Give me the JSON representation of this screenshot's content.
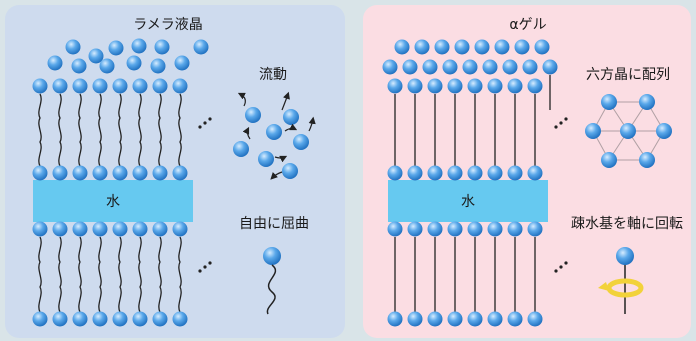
{
  "panels": {
    "lamellar": {
      "title": "ラメラ液晶",
      "water": "水",
      "labels": {
        "flow": "流動",
        "bend": "自由に屈曲"
      }
    },
    "agel": {
      "title": "αゲル",
      "water": "水",
      "labels": {
        "hex": "六方晶に配列",
        "rotate": "疎水基を軸に回転"
      }
    }
  },
  "colors": {
    "lamellar_bg": "#cedbee",
    "agel_bg": "#fbdde3",
    "water": "#66c9f0",
    "head": "#3a8fd9",
    "rotation_arrow": "#f2d23a"
  },
  "icons": [
    "ellipsis-icon",
    "flow-arrow-icon",
    "rotation-arrow-icon"
  ]
}
